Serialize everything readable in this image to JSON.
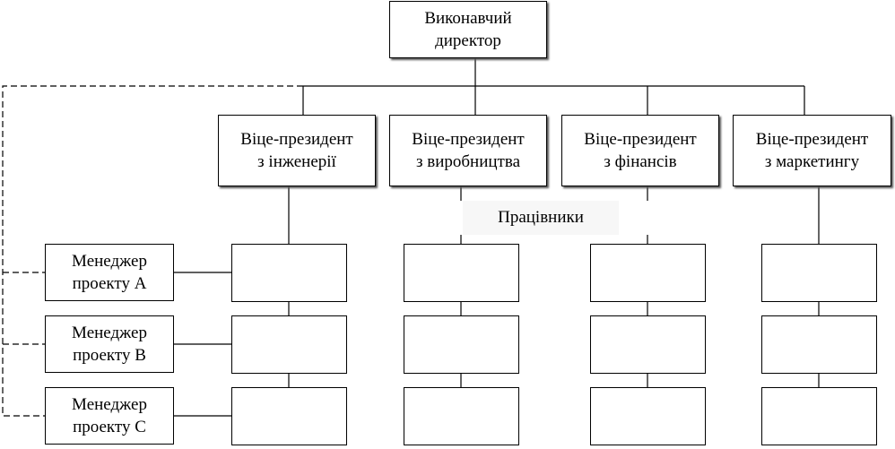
{
  "chart_data": {
    "type": "org-chart",
    "ceo": "Виконавчий\nдиректор",
    "vice_presidents": [
      "Віце-президент\nз інженерії",
      "Віце-президент\nз виробництва",
      "Віце-президент\nз фінансів",
      "Віце-президент\nз маркетингу"
    ],
    "workers_label": "Працівники",
    "project_managers": [
      "Менеджер\nпроекту А",
      "Менеджер\nпроекту В",
      "Менеджер\nпроекту С"
    ],
    "worker_rows": 3,
    "worker_columns": 4
  }
}
